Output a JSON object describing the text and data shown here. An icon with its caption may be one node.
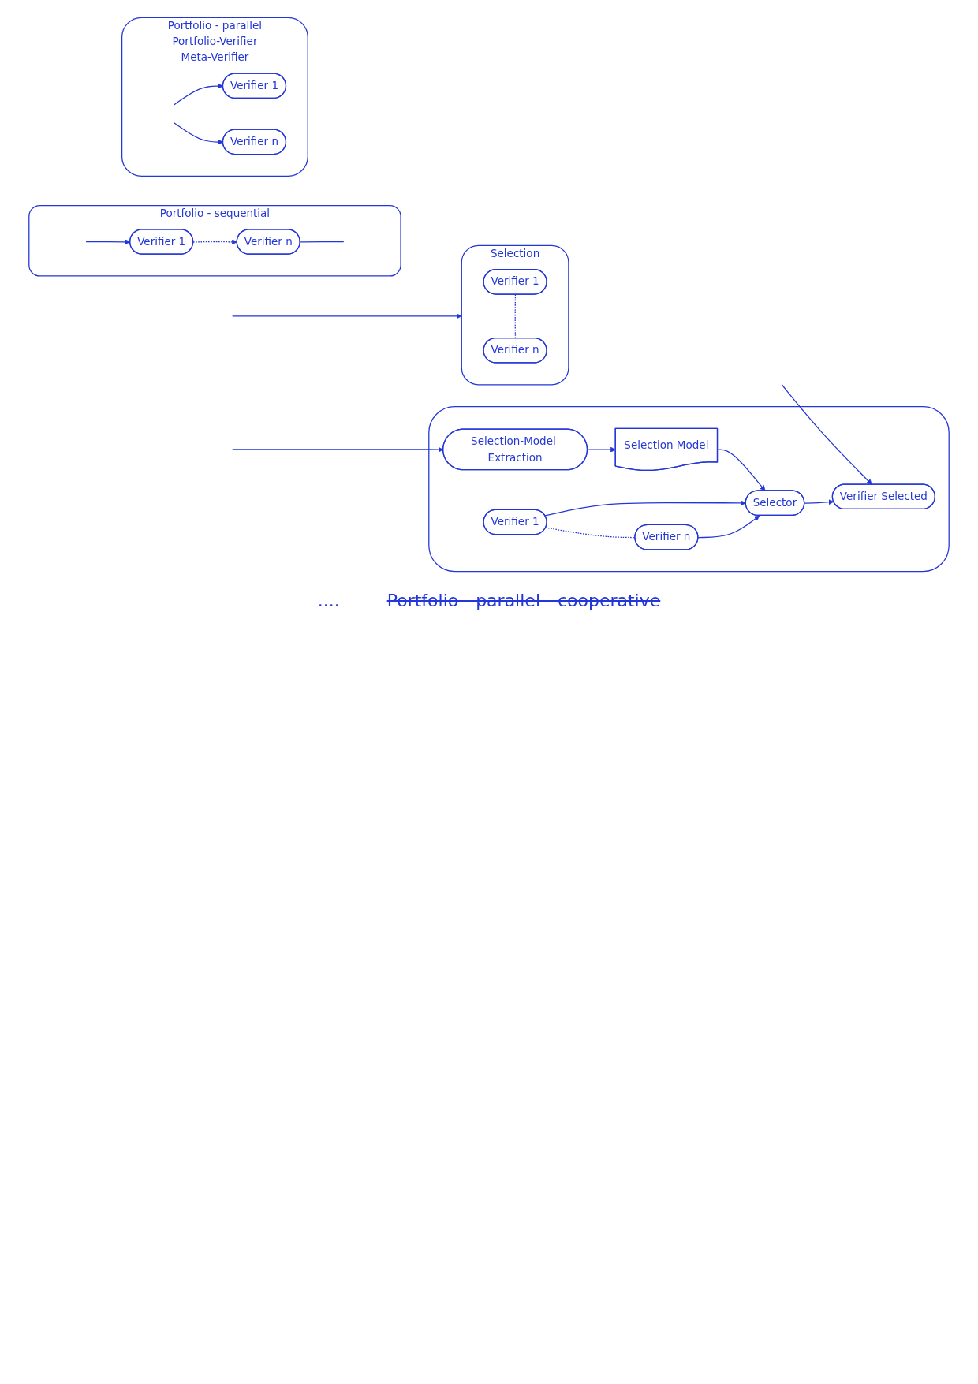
{
  "diagram": {
    "nodes": [
      {
        "text": [
          "Portfolio - parallel",
          "Portfolio-Verifier",
          "Meta-Verifier"
        ]
      },
      {
        "text": [
          "Verifier 1"
        ],
        "in": 0
      },
      {
        "text": [
          "Verifier n"
        ],
        "in": 0
      },
      {
        "text": [
          "Portfolio - sequential"
        ]
      },
      {
        "text": [
          "Verifier 1"
        ],
        "in": 3
      },
      {
        "text": [
          "Verifier n"
        ],
        "in": 3
      },
      {
        "text": [
          "Selection"
        ]
      },
      {
        "text": [
          "Verifier 1"
        ],
        "in": 6
      },
      {
        "text": [
          "Verifier n"
        ],
        "in": 6
      },
      {
        "text": [],
        "shape": "ellipse"
      },
      {
        "text": [
          "Verifier 1"
        ],
        "in": 9
      },
      {
        "text": [
          "Verifier n"
        ],
        "in": 9
      },
      {
        "text": [
          "Selection-Model Extraction"
        ],
        "in": 9
      },
      {
        "text": [
          "Selection Model"
        ],
        "in": 9
      },
      {
        "text": [
          "Selector"
        ],
        "in": 9
      },
      {
        "text": [
          "Verifier Selected"
        ],
        "in": 9
      }
    ],
    "edges": [
      {
        "from": null,
        "to": 1,
        "arrow": "to"
      },
      {
        "from": null,
        "to": 2,
        "arrow": "to"
      },
      {
        "from": null,
        "to": 4,
        "arrow": "to"
      },
      {
        "from": 4,
        "to": 5,
        "arrow": "to",
        "style": "dashed"
      },
      {
        "from": 5,
        "to": null,
        "arrow": "none"
      },
      {
        "from": null,
        "to": 6,
        "arrow": "to"
      },
      {
        "from": 7,
        "to": 8,
        "arrow": "none",
        "style": "dashed"
      },
      {
        "from": null,
        "to": 12,
        "arrow": "to"
      },
      {
        "from": null,
        "to": 15,
        "arrow": "to"
      },
      {
        "from": 12,
        "to": 13,
        "arrow": "to"
      },
      {
        "from": 13,
        "to": 14,
        "arrow": "to"
      },
      {
        "from": 10,
        "to": 14,
        "arrow": "to"
      },
      {
        "from": 11,
        "to": 14,
        "arrow": "to"
      },
      {
        "from": 10,
        "to": 11,
        "arrow": "none",
        "style": "dashed"
      },
      {
        "from": 14,
        "to": 15,
        "arrow": "to"
      }
    ],
    "labels": [
      "....",
      "Portfolio - parallel - cooperative"
    ]
  }
}
